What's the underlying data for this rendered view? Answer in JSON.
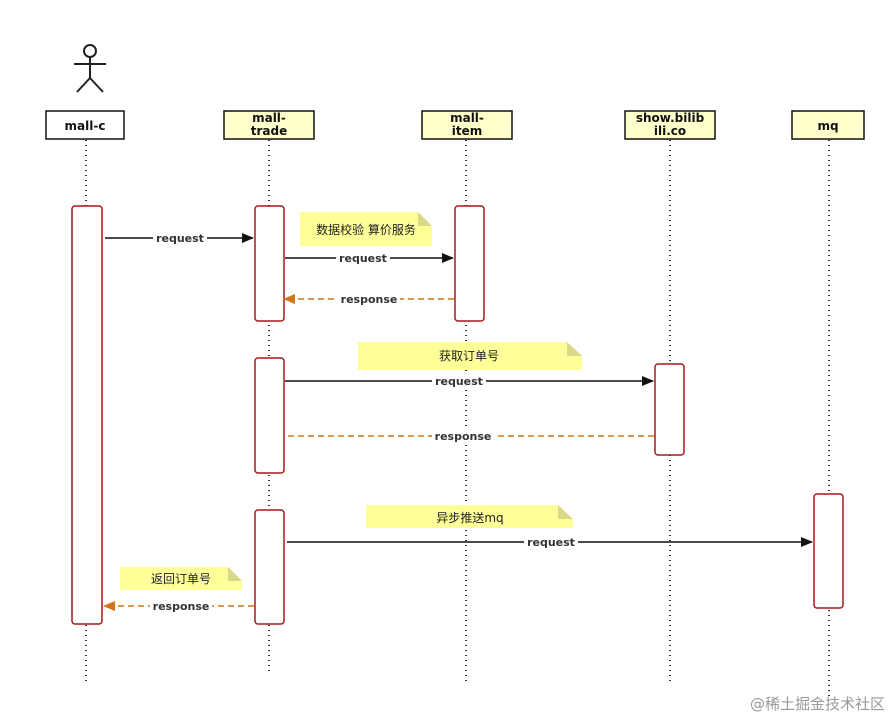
{
  "participants": [
    {
      "id": "mall-c",
      "lines": [
        "mall-c"
      ],
      "fill": "#ffffff"
    },
    {
      "id": "mall-trade",
      "lines": [
        "mall-",
        "trade"
      ],
      "fill": "#ffffcc"
    },
    {
      "id": "mall-item",
      "lines": [
        "mall-",
        "item"
      ],
      "fill": "#ffffcc"
    },
    {
      "id": "show-bilibili",
      "lines": [
        "show.bilib",
        "ili.co"
      ],
      "fill": "#ffffcc"
    },
    {
      "id": "mq",
      "lines": [
        "mq"
      ],
      "fill": "#ffffcc"
    }
  ],
  "notes": [
    {
      "id": "note-validate",
      "text": "数据校验 算价服务"
    },
    {
      "id": "note-get-order-no",
      "text": "获取订单号"
    },
    {
      "id": "note-async-push",
      "text": "异步推送mq"
    },
    {
      "id": "note-return-order-no",
      "text": "返回订单号"
    }
  ],
  "messages": [
    {
      "id": "c-to-trade-request",
      "label": "request",
      "kind": "request"
    },
    {
      "id": "trade-to-item-request",
      "label": "request",
      "kind": "request"
    },
    {
      "id": "item-to-trade-response",
      "label": "response",
      "kind": "response"
    },
    {
      "id": "trade-to-bili-request",
      "label": "request",
      "kind": "request"
    },
    {
      "id": "bili-to-trade-response",
      "label": "response",
      "kind": "response-open"
    },
    {
      "id": "trade-to-mq-request",
      "label": "request",
      "kind": "request"
    },
    {
      "id": "trade-to-c-response",
      "label": "response",
      "kind": "response"
    }
  ],
  "colors": {
    "activation_border": "#a31c1c",
    "request_line": "#111111",
    "response_line": "#d4731a",
    "note_fill": "#ffff99",
    "note_fold": "#d9d98a"
  },
  "watermark": "@稀土掘金技术社区"
}
